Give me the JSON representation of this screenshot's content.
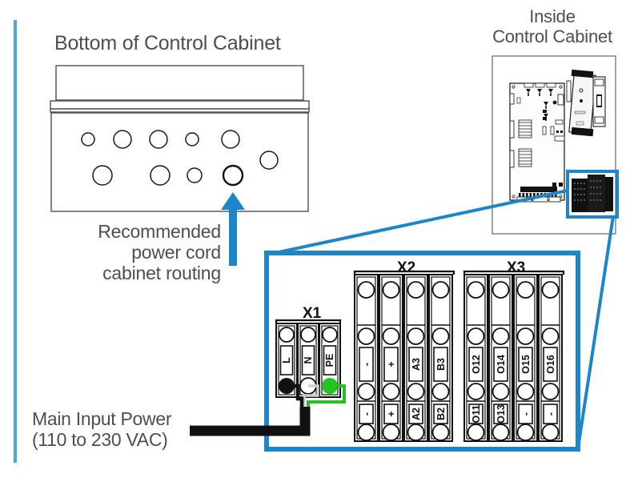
{
  "page": {
    "accent_blue": "#1c86c8",
    "edge_bar_blue": "#4aa8dd",
    "text_gray": "#4a4f55",
    "wire_green": "#22c322",
    "wire_black": "#111111"
  },
  "titles": {
    "bottom_cabinet": "Bottom of Control Cabinet",
    "inside_cabinet": "Inside\nControl Cabinet"
  },
  "labels": {
    "routing_note": "Recommended\npower cord\ncabinet routing",
    "main_power": "Main Input Power\n(110 to 230 VAC)"
  },
  "cabinet_bottom": {
    "holes_top_row": [
      {
        "r": 8
      },
      {
        "r": 11
      },
      {
        "r": 11
      },
      {
        "r": 8
      },
      {
        "r": 11
      }
    ],
    "hole_offset_right": {
      "r": 11
    },
    "holes_bottom_row": [
      {
        "r": 12
      },
      {
        "r": 12
      },
      {
        "r": 9
      },
      {
        "r": 12,
        "highlighted": true
      }
    ]
  },
  "terminal_blocks": [
    {
      "name": "X1",
      "columns": [
        {
          "label": "L",
          "dot": "black"
        },
        {
          "label": "N",
          "dot": "white"
        },
        {
          "label": "PE",
          "dot": "green"
        }
      ]
    },
    {
      "name": "X2",
      "columns": [
        {
          "upper": "-",
          "lower": "-"
        },
        {
          "upper": "+",
          "lower": "+"
        },
        {
          "upper": "A3",
          "lower": "A2"
        },
        {
          "upper": "B3",
          "lower": "B2"
        }
      ]
    },
    {
      "name": "X3",
      "columns": [
        {
          "upper": "O12",
          "lower": "O11"
        },
        {
          "upper": "O14",
          "lower": "O13"
        },
        {
          "upper": "O15",
          "lower": "-"
        },
        {
          "upper": "O16",
          "lower": "-"
        }
      ]
    }
  ]
}
